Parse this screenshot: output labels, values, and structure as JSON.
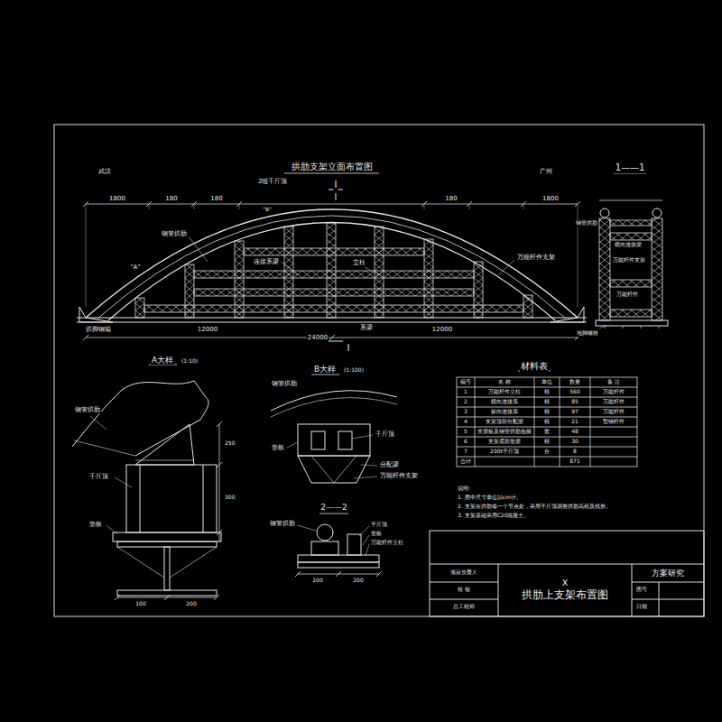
{
  "diagram": {
    "title": "拱肋支架立面布置图",
    "nodes": [
      {
        "text": [
          "X",
          "拱肋上支架布置图"
        ]
      },
      {
        "text": [
          "方案研究"
        ]
      }
    ],
    "labels": [
      "武汉",
      "广州",
      "1——1",
      "Ⅰ",
      "Ⅰ",
      "2组千斤顶",
      "钢管拱肋",
      "连接系梁",
      "立柱",
      "万能杆件支架",
      "系梁",
      "拱脚钢箱",
      "\"A\"",
      "\"B\"",
      "1800",
      "180",
      "180",
      "180",
      "1800",
      "12000",
      "12000",
      "24000",
      "钢管拱肋",
      "横向连接梁",
      "万能杆件支架",
      "万能杆件",
      "地脚螺栓",
      "A大样",
      "(1:10)",
      "钢管拱肋",
      "垫板",
      "千斤顶",
      "250",
      "300",
      "100",
      "200",
      "B大样",
      "(1:100)",
      "钢管拱肋",
      "垫板",
      "千斤顶",
      "分配梁",
      "万能杆件支架",
      "2——2",
      "钢管拱肋",
      "千斤顶",
      "垫板",
      "万能杆件立柱",
      "200",
      "200",
      "材料表",
      "编号",
      "名 称",
      "单位",
      "数量",
      "备 注",
      "1",
      "万能杆件立柱",
      "根",
      "560",
      "万能杆件",
      "2",
      "横向连接系",
      "根",
      "85",
      "万能杆件",
      "3",
      "纵向连接系",
      "根",
      "97",
      "万能杆件",
      "4",
      "支架顶部分配梁",
      "根",
      "21",
      "型钢杆件",
      "5",
      "支撑板及钢管拱肋抱箍",
      "套",
      "48",
      "6",
      "支架底部垫梁",
      "根",
      "30",
      "7",
      "200t千斤顶",
      "台",
      "8",
      "合计",
      "871",
      "说明:",
      "1. 图中尺寸单位以cm计。",
      "2. 支架在拱肋每一个节点处，采用千斤顶调整拱肋高程及线形。",
      "3. 支架基础采用C20混凝土。",
      "项目负责人",
      "校 核",
      "总工程师",
      "图号",
      "日期"
    ]
  }
}
